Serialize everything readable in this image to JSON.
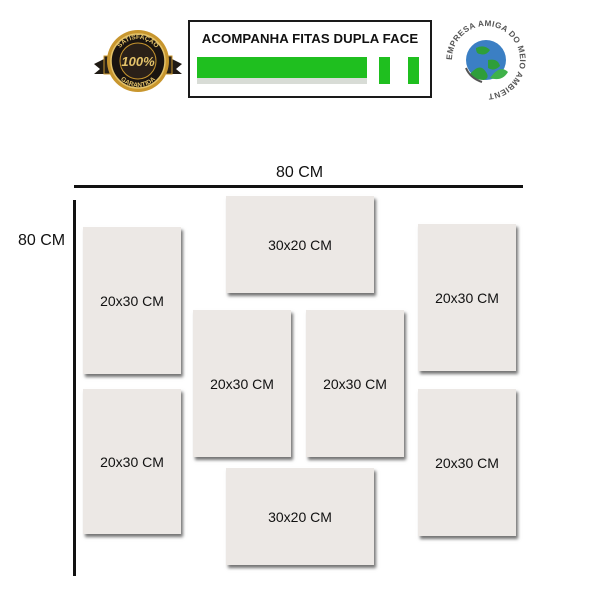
{
  "badge": {
    "top_text": "SATISFAÇÃO",
    "center_text": "100%",
    "bottom_text": "GARANTIDA",
    "colors": {
      "gold": "#c8962e",
      "dark": "#1a1410",
      "ribbon": "#1f1a14"
    }
  },
  "tape_box": {
    "title": "ACOMPANHA FITAS DUPLA FACE",
    "tape_color": "#1fbf1f"
  },
  "eco_seal": {
    "ring_text": "EMPRESA AMIGA DO MEIO AMBIENTE",
    "colors": {
      "ring": "#555555",
      "leaf": "#2e9e3a",
      "globe": "#3b7fc4"
    }
  },
  "dimensions": {
    "width_label": "80 CM",
    "height_label": "80 CM"
  },
  "panels": [
    {
      "label": "20x30 CM"
    },
    {
      "label": "20x30 CM"
    },
    {
      "label": "30x20 CM"
    },
    {
      "label": "20x30 CM"
    },
    {
      "label": "20x30 CM"
    },
    {
      "label": "30x20 CM"
    },
    {
      "label": "20x30 CM"
    },
    {
      "label": "20x30 CM"
    }
  ],
  "panel_color": "#ece8e5"
}
